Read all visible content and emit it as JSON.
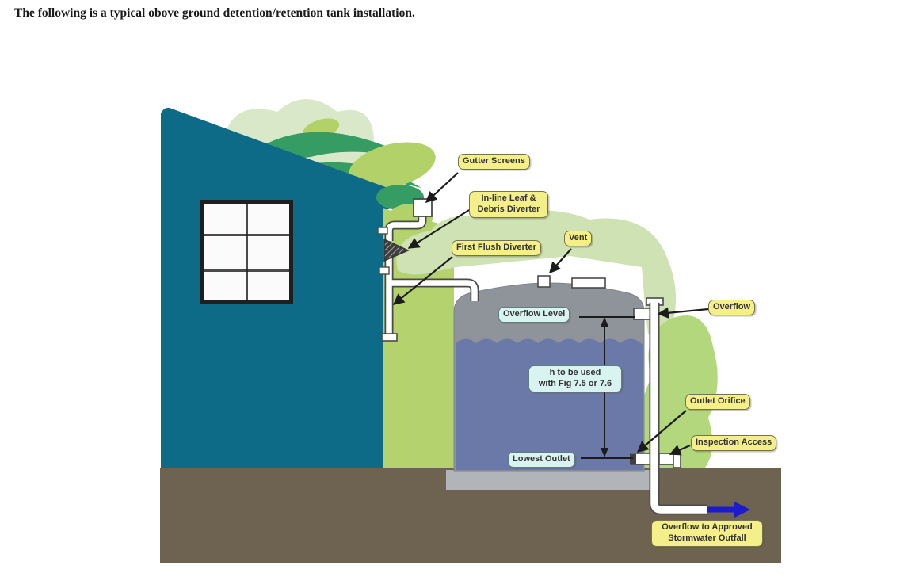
{
  "title": "The following is a typical obove ground detention/retention tank installation.",
  "callouts": {
    "gutter_screens": "Gutter Screens",
    "inline_leaf_1": "In-line Leaf &",
    "inline_leaf_2": "Debris Diverter",
    "first_flush": "First Flush Diverter",
    "vent": "Vent",
    "overflow": "Overflow",
    "outlet_orifice": "Outlet Orifice",
    "inspection_access": "Inspection Access",
    "outfall_1": "Overflow to Approved",
    "outfall_2": "Stormwater Outfall",
    "overflow_level": "Overflow Level",
    "h_note_1": "h to be used",
    "h_note_2": "with Fig 7.5 or 7.6",
    "lowest_outlet": "Lowest Outlet"
  },
  "colors": {
    "house": "#0e6b88",
    "ground": "#6e6250",
    "pad": "#b1b5ba",
    "tank": "#8f949b",
    "tank-edge": "#7e838b",
    "water": "#6b79a9",
    "strip": "#b4d36e",
    "green-mid": "#359c63",
    "green-pale": "#d9e8c9",
    "green-tree": "#cfe2b3",
    "bush": "#b3d77c",
    "yellow-leaf": "#b2d168",
    "label-yellow": "#f4ef88",
    "label-yellow-border": "#73734e",
    "label-cyan": "#d9f4f0",
    "label-cyan-border": "#5f7d7d",
    "pipe-outline": "#4a4a4a",
    "line": "#1c1c1c",
    "arrow-blue": "#1c1ccc",
    "window-frame": "#1f1f1f",
    "pane": "#fbfbfb"
  }
}
